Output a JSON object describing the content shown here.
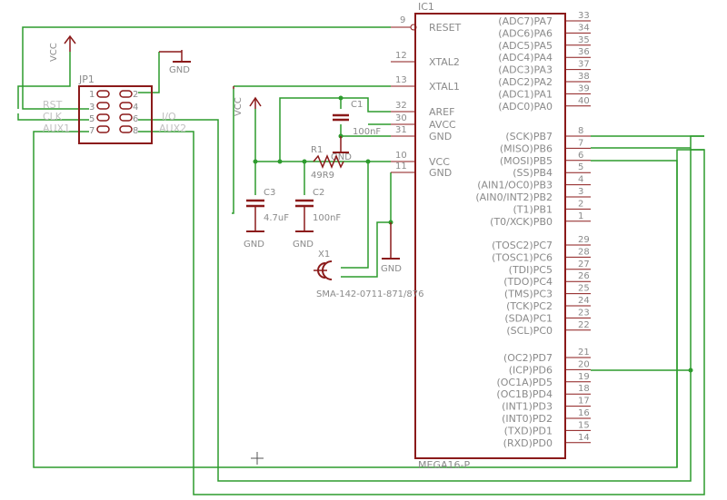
{
  "ic": {
    "name": "IC1",
    "value": "MEGA16-P",
    "left": [
      {
        "num": "9",
        "name": "RESET"
      },
      {
        "num": "12",
        "name": "XTAL2"
      },
      {
        "num": "13",
        "name": "XTAL1"
      },
      {
        "num": "32",
        "name": "AREF"
      },
      {
        "num": "30",
        "name": "AVCC"
      },
      {
        "num": "31",
        "name": "GND"
      },
      {
        "num": "10",
        "name": "VCC"
      },
      {
        "num": "11",
        "name": "GND"
      }
    ],
    "right": [
      {
        "num": "33",
        "name": "(ADC7)PA7"
      },
      {
        "num": "34",
        "name": "(ADC6)PA6"
      },
      {
        "num": "35",
        "name": "(ADC5)PA5"
      },
      {
        "num": "36",
        "name": "(ADC4)PA4"
      },
      {
        "num": "37",
        "name": "(ADC3)PA3"
      },
      {
        "num": "38",
        "name": "(ADC2)PA2"
      },
      {
        "num": "39",
        "name": "(ADC1)PA1"
      },
      {
        "num": "40",
        "name": "(ADC0)PA0"
      },
      {
        "num": "8",
        "name": "(SCK)PB7"
      },
      {
        "num": "7",
        "name": "(MISO)PB6"
      },
      {
        "num": "6",
        "name": "(MOSI)PB5"
      },
      {
        "num": "5",
        "name": "(SS)PB4"
      },
      {
        "num": "4",
        "name": "(AIN1/OC0)PB3"
      },
      {
        "num": "3",
        "name": "(AIN0/INT2)PB2"
      },
      {
        "num": "2",
        "name": "(T1)PB1"
      },
      {
        "num": "1",
        "name": "(T0/XCK)PB0"
      },
      {
        "num": "29",
        "name": "(TOSC2)PC7"
      },
      {
        "num": "28",
        "name": "(TOSC1)PC6"
      },
      {
        "num": "27",
        "name": "(TDI)PC5"
      },
      {
        "num": "26",
        "name": "(TDO)PC4"
      },
      {
        "num": "25",
        "name": "(TMS)PC3"
      },
      {
        "num": "24",
        "name": "(TCK)PC2"
      },
      {
        "num": "23",
        "name": "(SDA)PC1"
      },
      {
        "num": "22",
        "name": "(SCL)PC0"
      },
      {
        "num": "21",
        "name": "(OC2)PD7"
      },
      {
        "num": "20",
        "name": "(ICP)PD6"
      },
      {
        "num": "19",
        "name": "(OC1A)PD5"
      },
      {
        "num": "18",
        "name": "(OC1B)PD4"
      },
      {
        "num": "17",
        "name": "(INT1)PD3"
      },
      {
        "num": "16",
        "name": "(INT0)PD2"
      },
      {
        "num": "15",
        "name": "(TXD)PD1"
      },
      {
        "num": "14",
        "name": "(RXD)PD0"
      }
    ]
  },
  "jp1": {
    "name": "JP1",
    "pins": [
      "1",
      "2",
      "3",
      "4",
      "5",
      "6",
      "7",
      "8"
    ]
  },
  "nets": {
    "rst": "RST",
    "clk": "CLK",
    "aux1": "AUX1",
    "io": "I/O",
    "aux2": "AUX2"
  },
  "symbols": {
    "vcc": "VCC",
    "gnd": "GND"
  },
  "parts": {
    "c1": {
      "name": "C1",
      "value": "100nF"
    },
    "c2": {
      "name": "C2",
      "value": "100nF"
    },
    "c3": {
      "name": "C3",
      "value": "4.7uF"
    },
    "r1": {
      "name": "R1",
      "value": "49R9"
    },
    "x1": {
      "name": "X1",
      "value": "SMA-142-0711-871/876"
    }
  },
  "colors": {
    "wire": "#2d9b2d",
    "part": "#8b1a1a",
    "text": "#8a8a8a",
    "background": "#ffffff"
  }
}
